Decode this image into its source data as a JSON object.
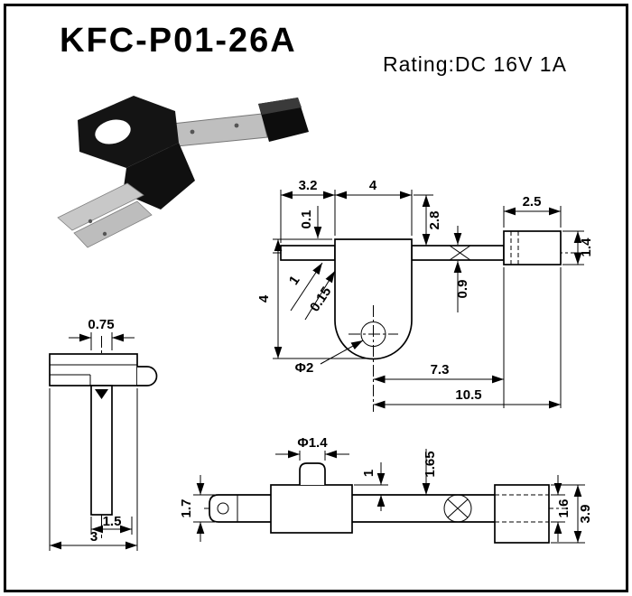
{
  "header": {
    "title": "KFC-P01-26A",
    "rating": "Rating:DC 16V 1A"
  },
  "front_view": {
    "dim_terminal_length": "3.2",
    "dim_body_width": "4",
    "dim_top_offset": "0.1",
    "dim_right_height": "2.8",
    "dim_block_width": "2.5",
    "dim_block_height": "1.4",
    "dim_crimp_height": "0.9",
    "dim_body_height": "4",
    "dim_strip_width": "1",
    "dim_strip_thickness": "0.15",
    "dim_hole_dia": "Φ2",
    "dim_center_to_block": "7.3",
    "dim_overall_length": "10.5"
  },
  "side_view": {
    "dim_leg_thickness": "0.75",
    "dim_foot_length": "1.5",
    "dim_arm_length": "3"
  },
  "bottom_view": {
    "dim_boss_dia": "Φ1.4",
    "dim_step": "1",
    "dim_offset": "1.65",
    "dim_strip_width": "1.7",
    "dim_block_inner": "1.6",
    "dim_block_height": "3.9"
  }
}
